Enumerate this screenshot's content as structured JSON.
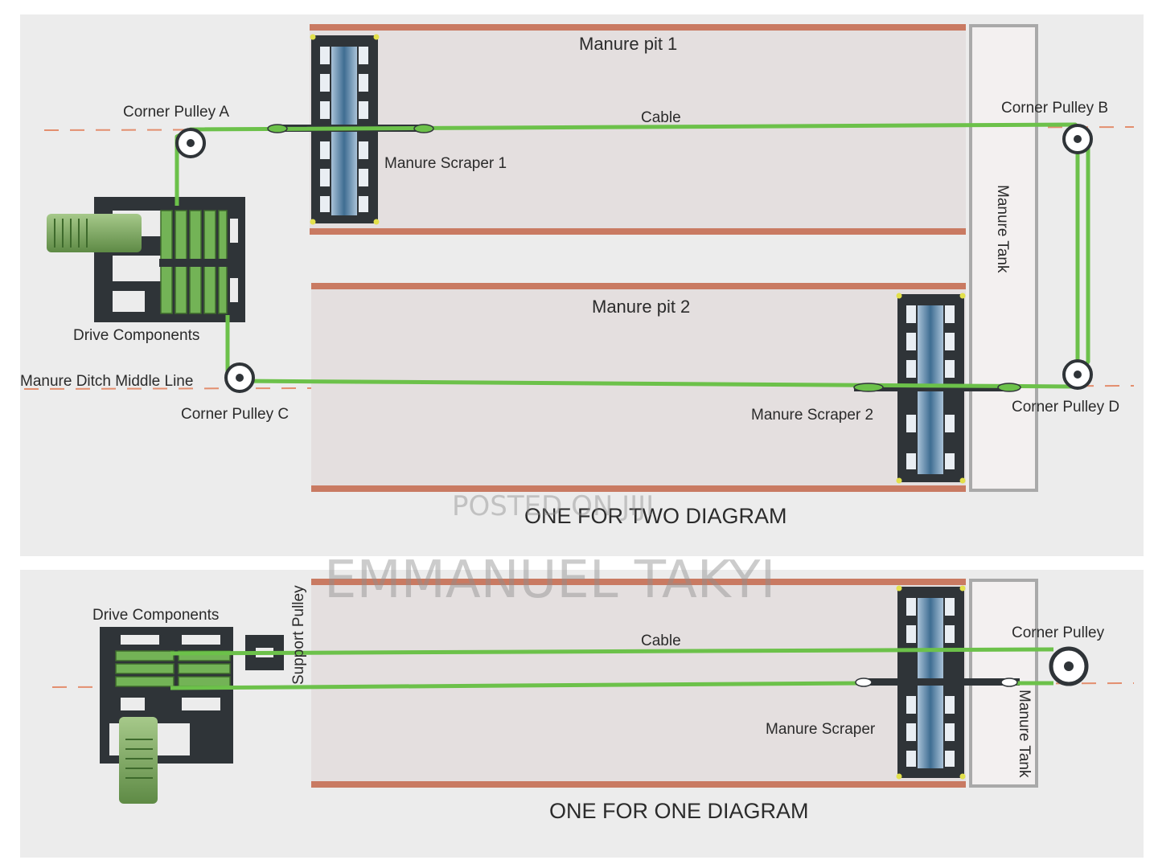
{
  "top_diagram": {
    "title": "ONE FOR TWO DIAGRAM",
    "pit1_label": "Manure pit 1",
    "pit2_label": "Manure pit 2",
    "cable_label": "Cable",
    "scraper1_label": "Manure Scraper 1",
    "scraper2_label": "Manure Scraper 2",
    "pulley_a_label": "Corner Pulley A",
    "pulley_b_label": "Corner Pulley B",
    "pulley_c_label": "Corner Pulley C",
    "pulley_d_label": "Corner Pulley D",
    "drive_label": "Drive Components",
    "middle_line_label": "Manure Ditch Middle Line",
    "tank_label": "Manure Tank"
  },
  "bottom_diagram": {
    "title": "ONE FOR ONE DIAGRAM",
    "drive_label": "Drive Components",
    "support_pulley_label": "Support Pulley",
    "cable_label": "Cable",
    "corner_pulley_label": "Corner Pulley",
    "scraper_label": "Manure Scraper",
    "tank_label": "Manure Tank"
  },
  "watermark": {
    "posted": "POSTED ON JIJI",
    "author": "EMMANUEL TAKYI"
  },
  "colors": {
    "cable": "#6cc14a",
    "pit_border": "#c97a62",
    "pit_fill": "#e4dfdf",
    "panel": "#ececec",
    "machinery": "#2f3438",
    "scraper_blade": "#5f86a8",
    "centerline": "#e38e6e"
  }
}
